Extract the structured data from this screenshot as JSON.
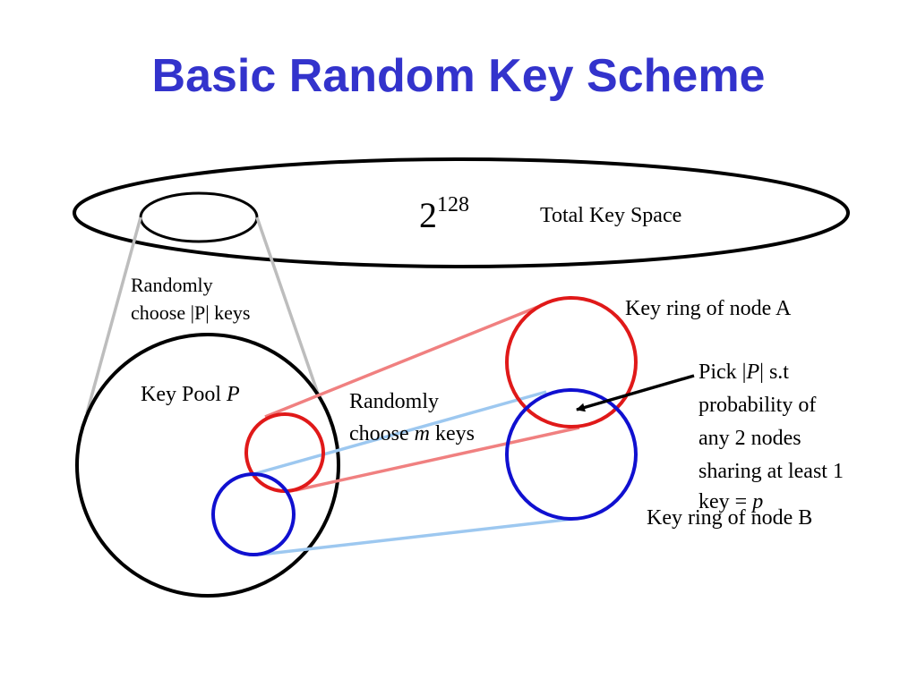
{
  "title": "Basic Random Key Scheme",
  "colors": {
    "title": "#3333cc",
    "ring_a": "#e01919",
    "ring_b": "#1010d0",
    "line_a": "#f08080",
    "line_b": "#9dc8f0",
    "line_pool": "#bdbdbd",
    "outline": "#000000"
  },
  "diagram": {
    "key_space": {
      "base": "2",
      "exponent": "128",
      "label": "Total Key Space"
    },
    "pool_note": {
      "line1": "Randomly",
      "line2": "choose |P| keys"
    },
    "key_pool": {
      "label": "Key Pool ",
      "symbol": "P"
    },
    "ring_note": {
      "line1": "Randomly",
      "line2_pre": "choose ",
      "line2_var": "m",
      "line2_post": " keys"
    },
    "ring_a_label": "Key ring of node A",
    "ring_b_label": "Key ring of node B",
    "pick_note": {
      "l1_pre": "Pick |",
      "l1_var": "P",
      "l1_post": "| s.t",
      "l2": "probability of",
      "l3": "any 2 nodes",
      "l4": "sharing at least 1",
      "l5_pre": "key = ",
      "l5_var": "p"
    }
  }
}
